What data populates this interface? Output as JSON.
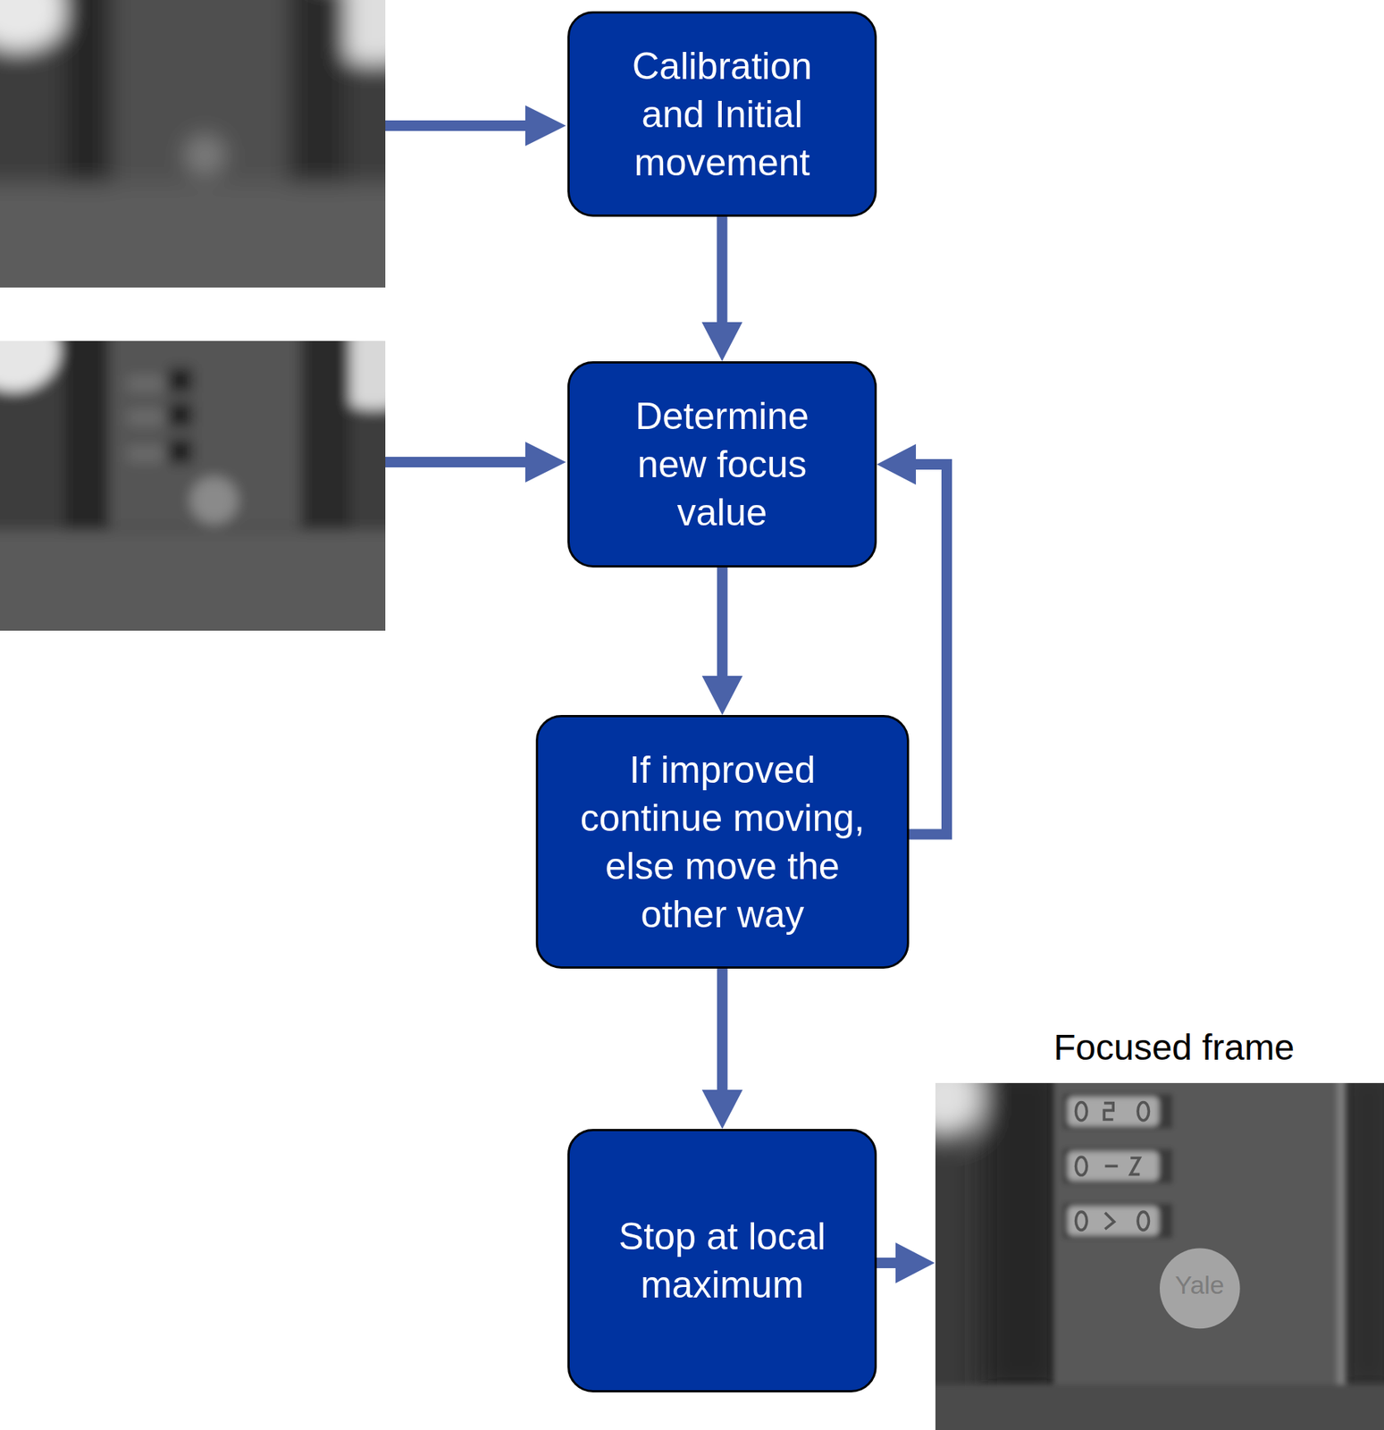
{
  "diagram": {
    "nodes": [
      {
        "text": [
          "Calibration and Initial movement"
        ]
      },
      {
        "text": [
          "Determine new focus value"
        ]
      },
      {
        "text": [
          "If improved continue moving, else move the other way"
        ]
      },
      {
        "text": [
          "Stop at local maximum"
        ]
      }
    ],
    "edges": [
      {
        "from": 0,
        "to": 1,
        "arrow": "to"
      },
      {
        "from": 1,
        "to": 2,
        "arrow": "to"
      },
      {
        "from": 2,
        "to": 1,
        "arrow": "to"
      },
      {
        "from": 2,
        "to": 3,
        "arrow": "to"
      }
    ],
    "labels": [
      "Focused frame",
      "Yale"
    ]
  }
}
